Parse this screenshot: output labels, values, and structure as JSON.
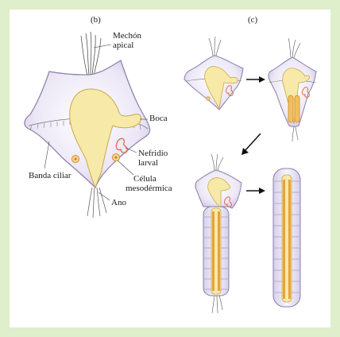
{
  "panel_b_label": "(b)",
  "panel_c_label": "(c)",
  "labels": {
    "apical_tuft_line1": "Mechón",
    "apical_tuft_line2": "apical",
    "mouth": "Boca",
    "larval_nephridium_line1": "Nefridio",
    "larval_nephridium_line2": "larval",
    "ciliary_band": "Banda ciliar",
    "mesodermal_cell_line1": "Célula",
    "mesodermal_cell_line2": "mesodérmica",
    "anus": "Ano"
  },
  "colors": {
    "border": "#dfeecb",
    "larva_body": "#e8e2f4",
    "larva_outline": "#8a7fa8",
    "gut": "#f7e9a8",
    "gut_outline": "#c9a84a",
    "nephridium": "#e06a4a",
    "mesoderm_band": "#e9a23a"
  },
  "icons": [
    "arrow-right-icon",
    "arrow-down-left-icon",
    "arrow-right-icon"
  ]
}
